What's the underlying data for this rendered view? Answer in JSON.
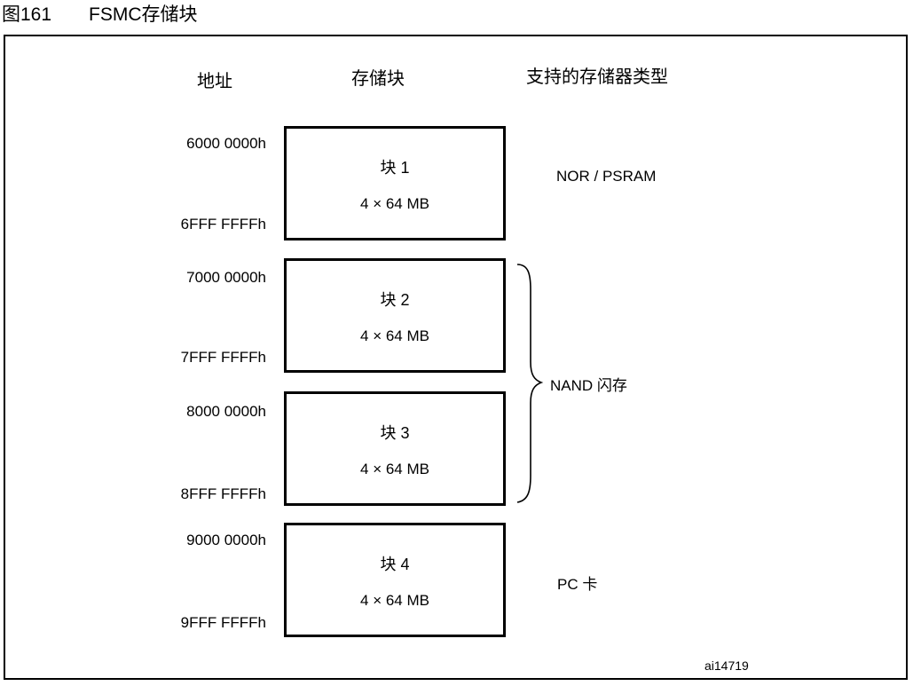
{
  "figure": {
    "number": "图161",
    "title": "FSMC存储块",
    "id_label": "ai14719"
  },
  "headers": {
    "address": "地址",
    "bank": "存储块",
    "memory_type": "支持的存储器类型"
  },
  "banks": [
    {
      "name": "块 1",
      "size": "4 × 64 MB",
      "start": "6000 0000h",
      "end": "6FFF FFFFh"
    },
    {
      "name": "块 2",
      "size": "4 × 64 MB",
      "start": "7000 0000h",
      "end": "7FFF FFFFh"
    },
    {
      "name": "块 3",
      "size": "4 × 64 MB",
      "start": "8000 0000h",
      "end": "8FFF FFFFh"
    },
    {
      "name": "块 4",
      "size": "4 × 64 MB",
      "start": "9000 0000h",
      "end": "9FFF FFFFh"
    }
  ],
  "memory_types": {
    "bank1": "NOR / PSRAM",
    "bank2_3": "NAND 闪存",
    "bank4": "PC 卡"
  }
}
